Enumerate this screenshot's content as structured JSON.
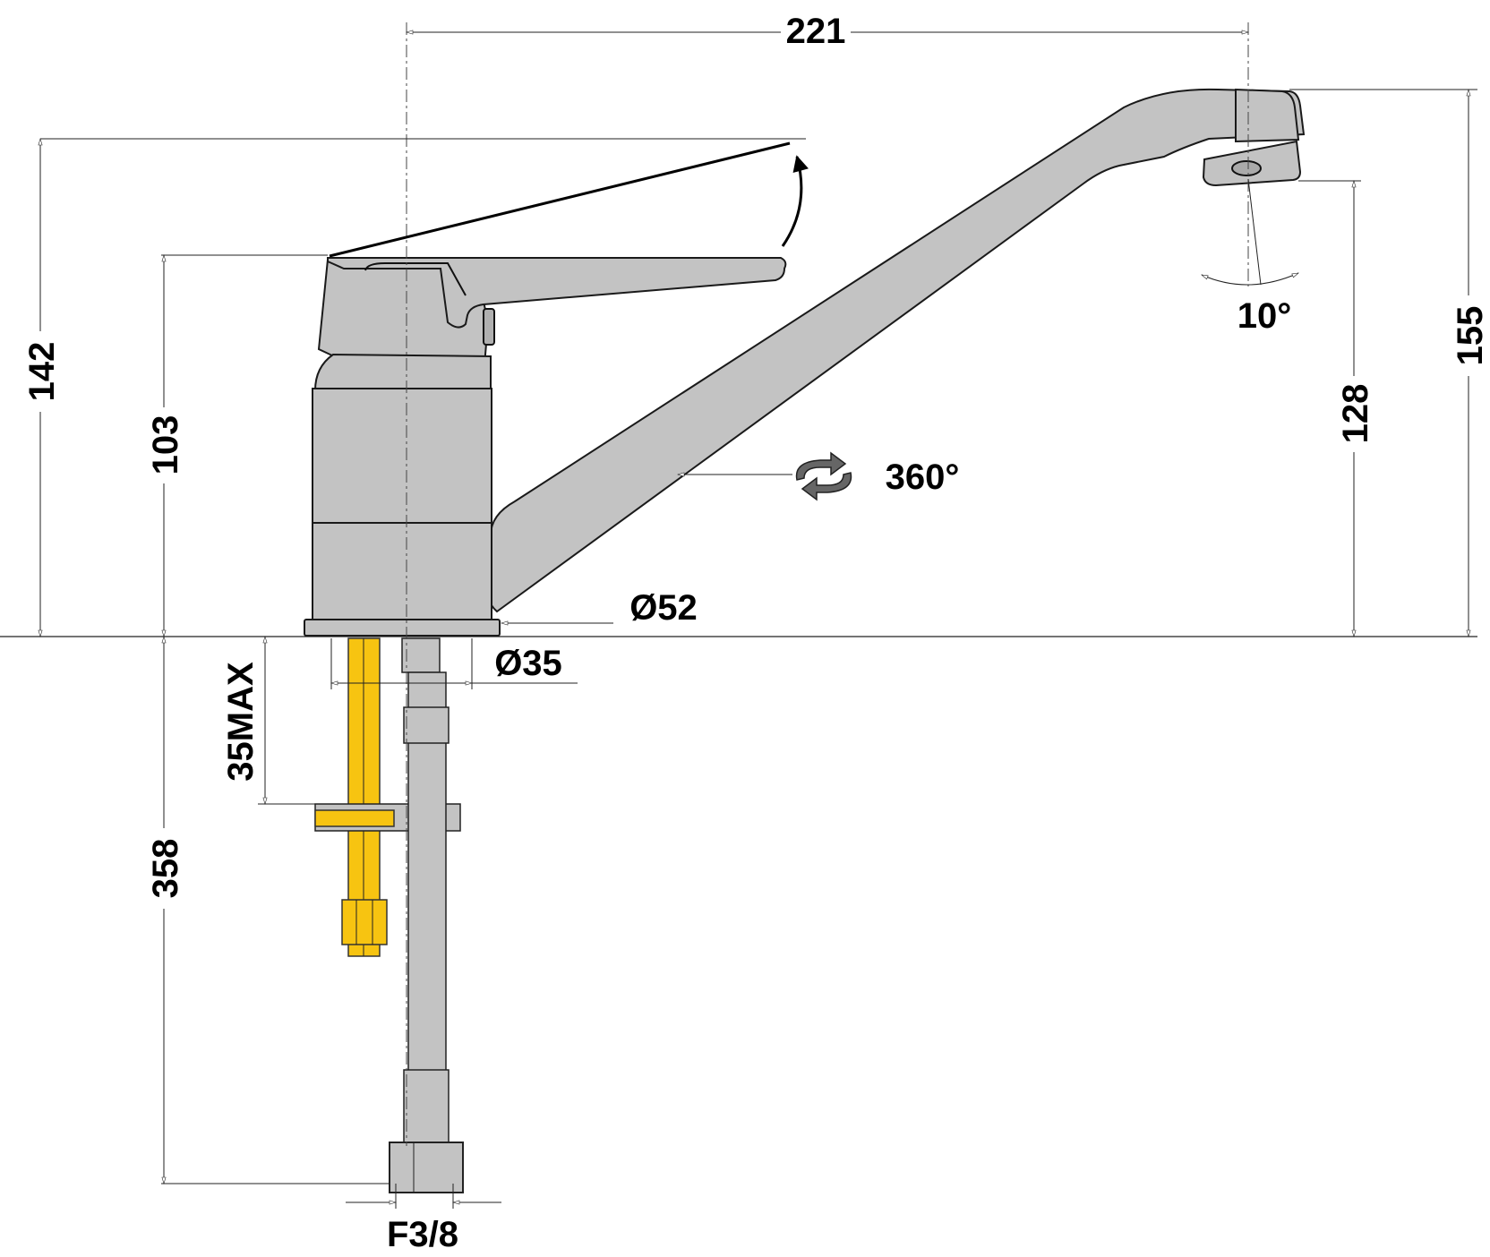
{
  "colors": {
    "background": "#ffffff",
    "body_gray": "#c3c3c3",
    "line": "#111111",
    "threaded_rod": "#f7c411"
  },
  "dimensions": {
    "overall_reach": "221",
    "lever_height": "142",
    "body_height": "103",
    "spout_height": "155",
    "outlet_height": "128",
    "below_counter_length": "358",
    "counter_thickness_max": "35MAX",
    "base_diameter": "Ø52",
    "hole_diameter": "Ø35",
    "connection_thread": "F3/8",
    "spout_swivel": "360°",
    "aerator_tilt": "10°"
  },
  "icons": {
    "swivel": "rotate-arrows-icon",
    "lever_motion": "curved-arrow-icon"
  }
}
